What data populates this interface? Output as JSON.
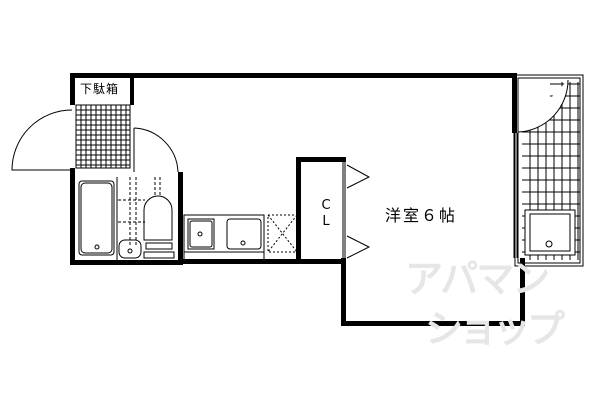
{
  "floorplan": {
    "rooms": {
      "shoe_cabinet": "下駄箱",
      "western_room": "洋室６帖",
      "closet": "C\nL"
    },
    "closet_letters": [
      "C",
      "L"
    ],
    "watermark": {
      "line1": "アパマン",
      "line2": "ショップ"
    },
    "colors": {
      "wall": "#000000",
      "background": "#ffffff",
      "watermark": "#e6e6e6"
    }
  }
}
